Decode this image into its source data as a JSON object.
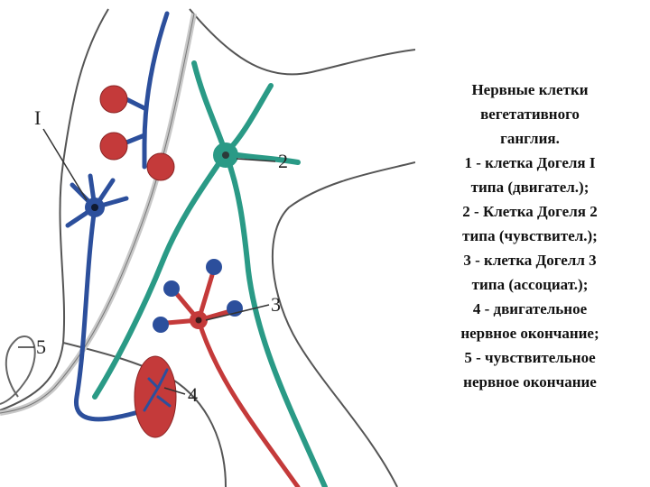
{
  "caption": {
    "lines": [
      "Нервные клетки",
      "вегетативного",
      "ганглия.",
      "1 - клетка Догеля I",
      "типа (двигател.);",
      "2 - Клетка Догеля 2",
      "типа (чувствител.);",
      "3 - клетка Догелл 3",
      "типа (ассоциат.);",
      "4 - двигательное",
      "нервное окончание;",
      "5 - чувствительное",
      "нервное окончание"
    ]
  },
  "diagram": {
    "labels": {
      "l1": "I",
      "l2": "2",
      "l3": "3",
      "l4": "4",
      "l5": "5"
    },
    "colors": {
      "motor": "#2c4f9c",
      "sensory": "#2a9a86",
      "assoc": "#c43a3a",
      "capsule": "#c8c8c8",
      "outline": "#555555"
    }
  }
}
